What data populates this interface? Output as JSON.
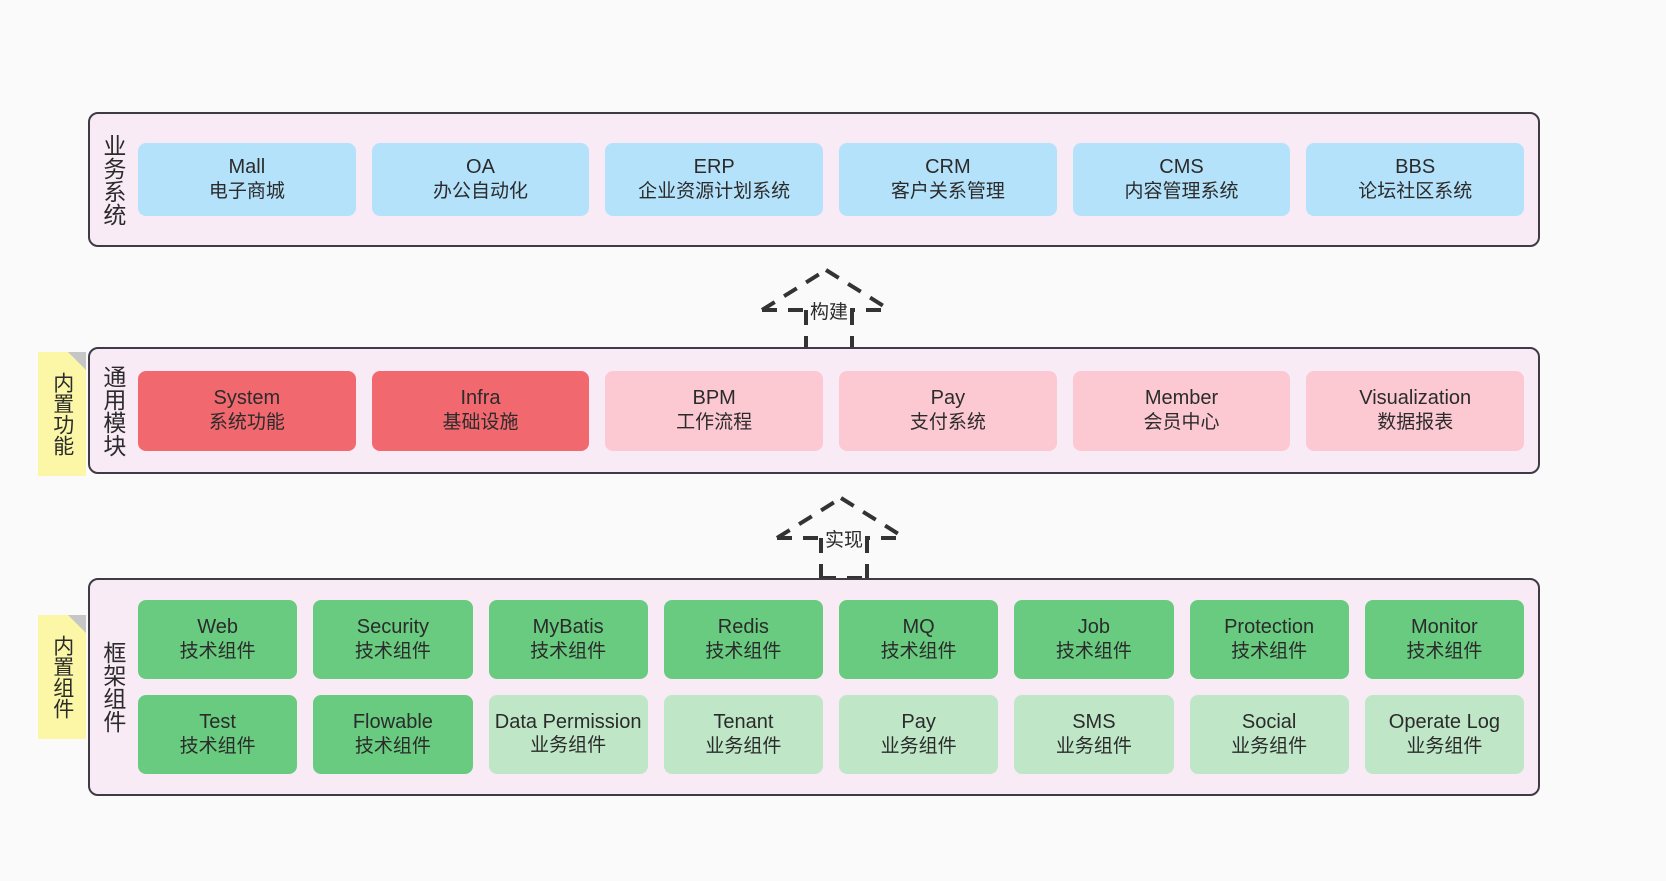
{
  "diagram": {
    "title": "ruoyi-vue-pro architecture layers",
    "background": "#fafafa",
    "panel_bg": "#f8ebf6",
    "panel_border": "#3f3b45",
    "sticky_bg": "#fbf7a7"
  },
  "layers": [
    {
      "id": "business-systems",
      "label": "业务系统",
      "sticky": null,
      "rows": [
        {
          "style": "blue",
          "nodes": [
            {
              "name": "Mall",
              "desc": "电子商城"
            },
            {
              "name": "OA",
              "desc": "办公自动化"
            },
            {
              "name": "ERP",
              "desc": "企业资源计划系统"
            },
            {
              "name": "CRM",
              "desc": "客户关系管理"
            },
            {
              "name": "CMS",
              "desc": "内容管理系统"
            },
            {
              "name": "BBS",
              "desc": "论坛社区系统"
            }
          ]
        }
      ]
    },
    {
      "id": "common-modules",
      "label": "通用模块",
      "sticky": "内置功能",
      "rows": [
        {
          "style": "mixed",
          "nodes": [
            {
              "name": "System",
              "desc": "系统功能",
              "style": "red"
            },
            {
              "name": "Infra",
              "desc": "基础设施",
              "style": "red"
            },
            {
              "name": "BPM",
              "desc": "工作流程",
              "style": "pink"
            },
            {
              "name": "Pay",
              "desc": "支付系统",
              "style": "pink"
            },
            {
              "name": "Member",
              "desc": "会员中心",
              "style": "pink"
            },
            {
              "name": "Visualization",
              "desc": "数据报表",
              "style": "pink"
            }
          ]
        }
      ]
    },
    {
      "id": "framework-components",
      "label": "框架组件",
      "sticky": "内置组件",
      "rows": [
        {
          "style": "green",
          "nodes": [
            {
              "name": "Web",
              "desc": "技术组件",
              "style": "green"
            },
            {
              "name": "Security",
              "desc": "技术组件",
              "style": "green"
            },
            {
              "name": "MyBatis",
              "desc": "技术组件",
              "style": "green"
            },
            {
              "name": "Redis",
              "desc": "技术组件",
              "style": "green"
            },
            {
              "name": "MQ",
              "desc": "技术组件",
              "style": "green"
            },
            {
              "name": "Job",
              "desc": "技术组件",
              "style": "green"
            },
            {
              "name": "Protection",
              "desc": "技术组件",
              "style": "green"
            },
            {
              "name": "Monitor",
              "desc": "技术组件",
              "style": "green"
            }
          ]
        },
        {
          "style": "lightgreen",
          "nodes": [
            {
              "name": "Test",
              "desc": "技术组件",
              "style": "green"
            },
            {
              "name": "Flowable",
              "desc": "技术组件",
              "style": "green"
            },
            {
              "name": "Data Permission",
              "desc": "业务组件",
              "style": "lightgreen"
            },
            {
              "name": "Tenant",
              "desc": "业务组件",
              "style": "lightgreen"
            },
            {
              "name": "Pay",
              "desc": "业务组件",
              "style": "lightgreen"
            },
            {
              "name": "SMS",
              "desc": "业务组件",
              "style": "lightgreen"
            },
            {
              "name": "Social",
              "desc": "业务组件",
              "style": "lightgreen"
            },
            {
              "name": "Operate Log",
              "desc": "业务组件",
              "style": "lightgreen"
            }
          ]
        }
      ]
    }
  ],
  "connectors": [
    {
      "id": "build",
      "label": "构建",
      "from": "common-modules",
      "to": "business-systems"
    },
    {
      "id": "implement",
      "label": "实现",
      "from": "framework-components",
      "to": "common-modules"
    }
  ]
}
